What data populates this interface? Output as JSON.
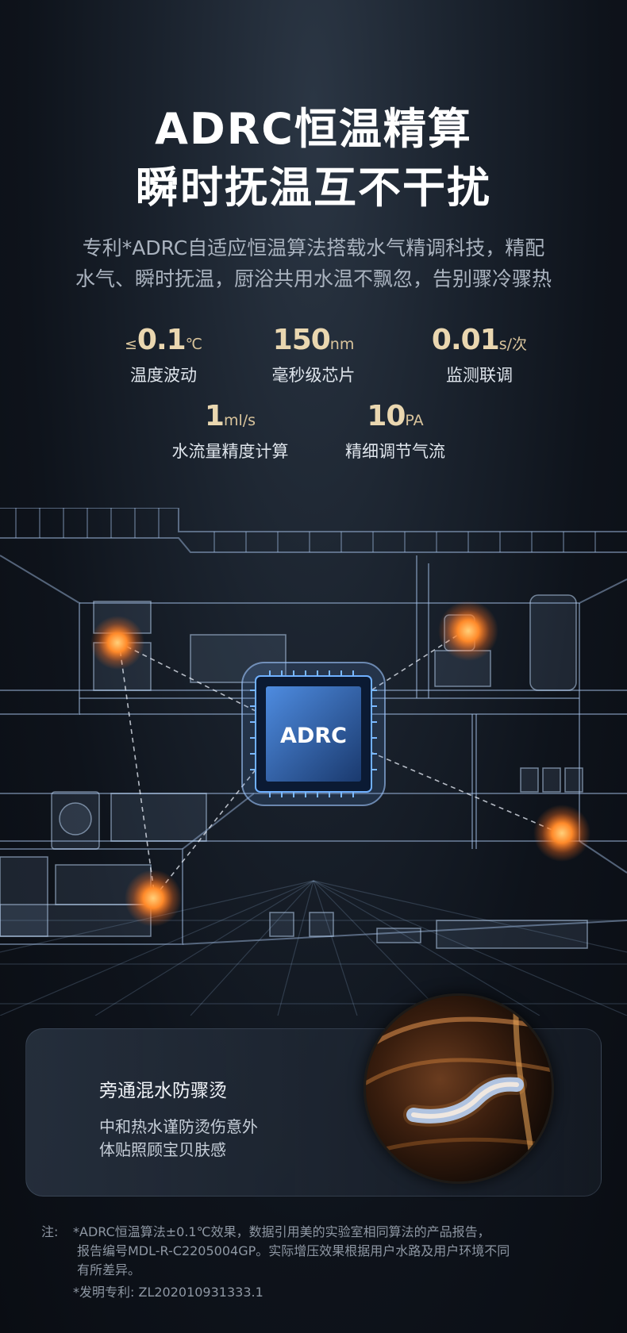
{
  "header": {
    "title_line1": "ADRC恒温精算",
    "title_line2": "瞬时抚温互不干扰",
    "desc_line1": "专利*ADRC自适应恒温算法搭载水气精调科技，精配",
    "desc_line2": "水气、瞬时抚温，厨浴共用水温不飘忽，告别骤冷骤热"
  },
  "stats": [
    {
      "prefix": "≤",
      "value": "0.1",
      "unit": "℃",
      "label": "温度波动"
    },
    {
      "prefix": "",
      "value": "150",
      "unit": "nm",
      "label": "毫秒级芯片"
    },
    {
      "prefix": "",
      "value": "0.01",
      "unit": "s/次",
      "label": "监测联调"
    },
    {
      "prefix": "",
      "value": "1",
      "unit": "ml/s",
      "label": "水流量精度计算"
    },
    {
      "prefix": "",
      "value": "10",
      "unit": "PA",
      "label": "精细调节气流"
    }
  ],
  "scene": {
    "chip_label": "ADRC"
  },
  "feature_card": {
    "title": "旁通混水防骤烫",
    "line1": "中和热水谨防烫伤意外",
    "line2": "体贴照顾宝贝肤感"
  },
  "notes": {
    "prefix": "注:",
    "line1": "*ADRC恒温算法±0.1℃效果，数据引用美的实验室相同算法的产品报告，",
    "line2": "报告编号MDL-R-C2205004GP。实际增压效果根据用户水路及用户环境不同",
    "line3": "有所差异。",
    "line4": "*发明专利: ZL202010931333.1"
  },
  "colors": {
    "accent_gold": "#ead7b0",
    "glow_orange": "#ff8a2a",
    "chip_blue": "#3f7fd0"
  }
}
